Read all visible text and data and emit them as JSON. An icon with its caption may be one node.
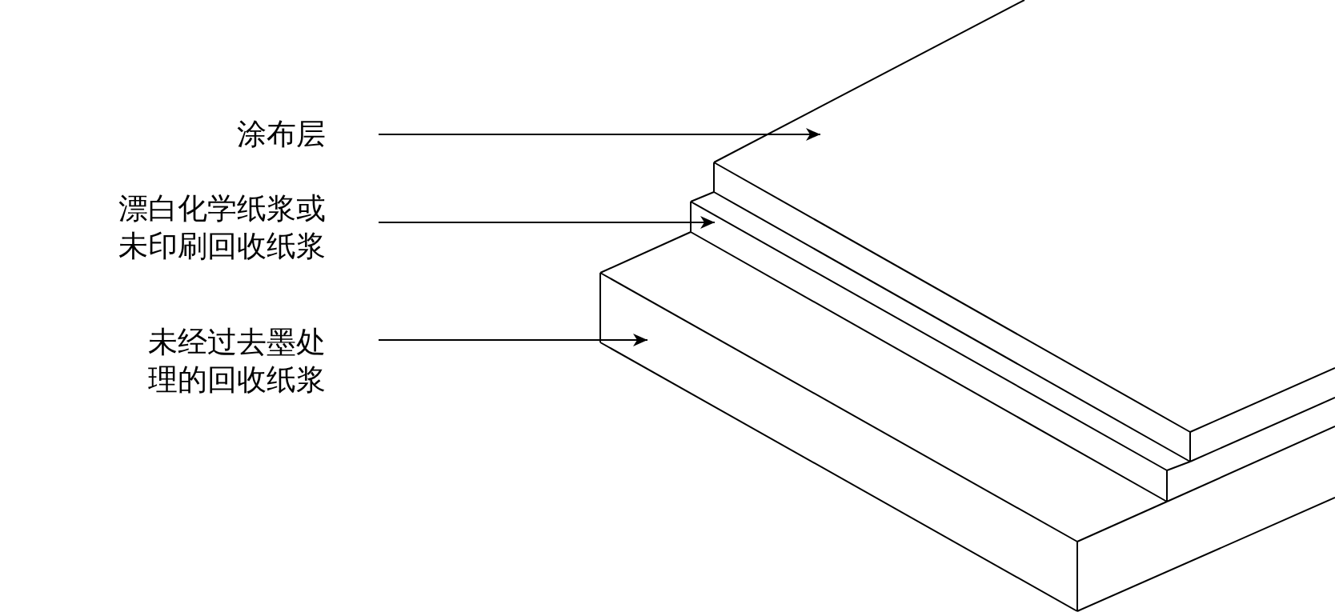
{
  "diagram": {
    "nodes": [
      {
        "text": [
          "涂布层"
        ]
      },
      {
        "text": [
          "漂白化学纸浆或未印刷回收纸浆"
        ]
      },
      {
        "text": [
          "未经过去墨处理的回收纸浆"
        ]
      },
      {
        "text": [],
        "shape": "box"
      },
      {
        "text": [],
        "shape": "box"
      },
      {
        "text": [],
        "shape": "box"
      }
    ],
    "edges": [
      {
        "from": 0,
        "to": 3,
        "arrow": "to"
      },
      {
        "from": 1,
        "to": 4,
        "arrow": "to"
      },
      {
        "from": 2,
        "to": 5,
        "arrow": "to"
      }
    ]
  }
}
